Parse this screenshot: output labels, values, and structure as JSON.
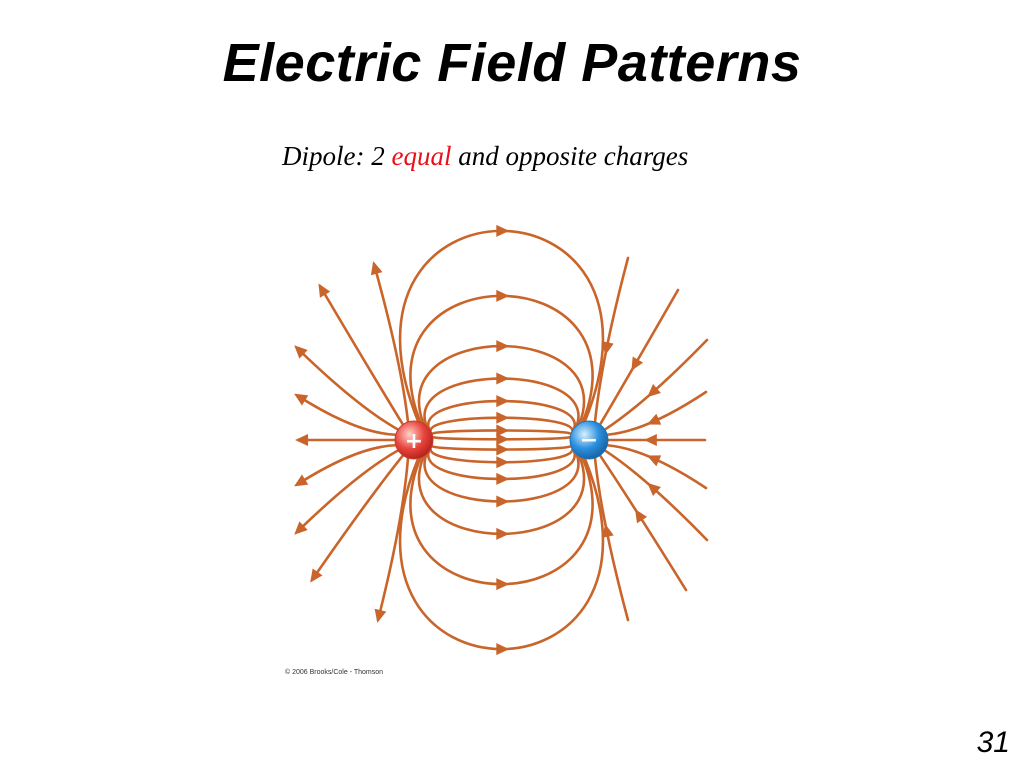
{
  "slide": {
    "title": "Electric Field Patterns",
    "subtitle": {
      "prefix": "Dipole: 2 ",
      "emphasis": "equal",
      "suffix": " and opposite charges"
    },
    "copyright": "© 2006 Brooks/Cole - Thomson",
    "page_number": "31"
  },
  "diagram": {
    "positive_charge": {
      "symbol": "+",
      "color": "#e8453c"
    },
    "negative_charge": {
      "symbol": "−",
      "color": "#2a8fdd"
    },
    "field_line_color": "#c9652a"
  }
}
